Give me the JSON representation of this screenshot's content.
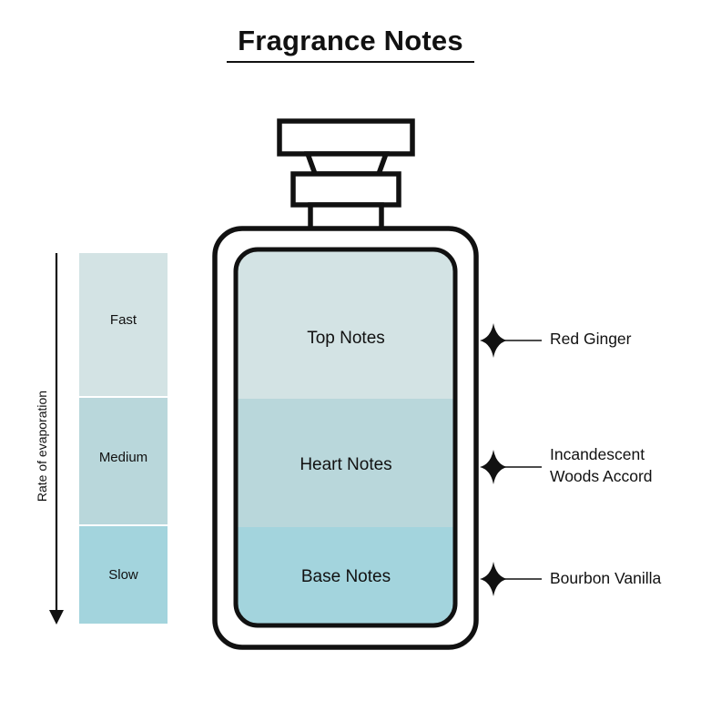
{
  "title": "Fragrance Notes",
  "rate_axis": {
    "label": "Rate of evaporation",
    "levels": [
      {
        "label": "Fast",
        "color": "#d3e3e4"
      },
      {
        "label": "Medium",
        "color": "#b9d7db"
      },
      {
        "label": "Slow",
        "color": "#a3d4dd"
      }
    ]
  },
  "bottle": {
    "notes": [
      {
        "label": "Top Notes",
        "color": "#d3e3e4"
      },
      {
        "label": "Heart Notes",
        "color": "#b9d7db"
      },
      {
        "label": "Base Notes",
        "color": "#a3d4dd"
      }
    ],
    "outline_color": "#111111"
  },
  "ingredients": [
    {
      "text": "Red Ginger"
    },
    {
      "text": "Incandescent\nWoods Accord"
    },
    {
      "text": "Bourbon Vanilla"
    }
  ],
  "icons": {
    "marker": "four-point-star-icon",
    "axis": "down-arrow-icon"
  }
}
